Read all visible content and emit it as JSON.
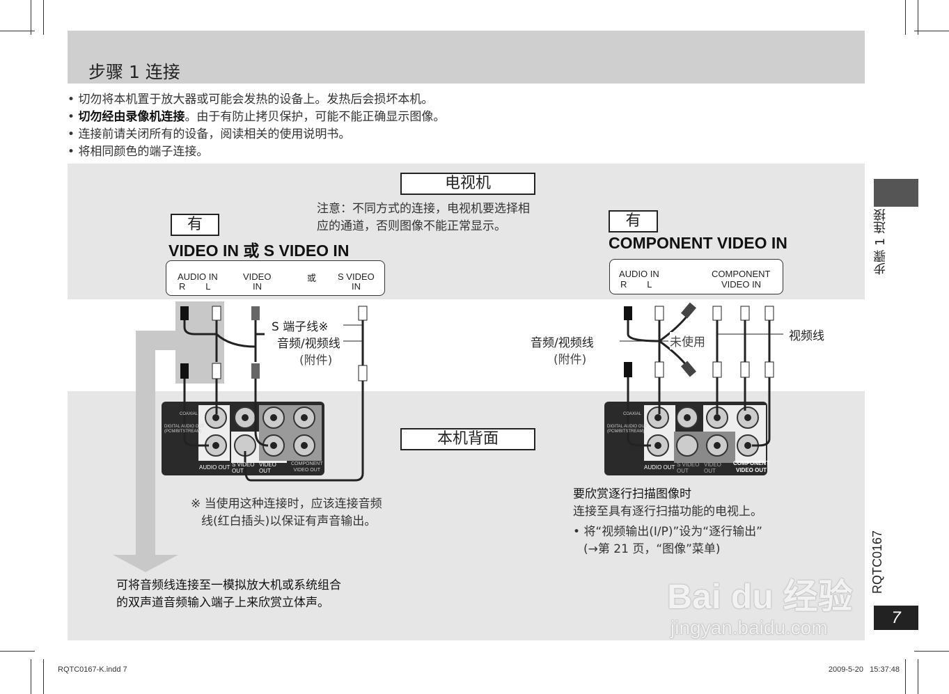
{
  "header": {
    "title": "步骤 1 连接"
  },
  "bullets": [
    {
      "bold": "",
      "text": "切勿将本机置于放大器或可能会发热的设备上。发热后会损坏本机。"
    },
    {
      "bold": "切勿经由录像机连接",
      "text": "。由于有防止拷贝保护，可能不能正确显示图像。"
    },
    {
      "bold": "",
      "text": "连接前请关闭所有的设备，阅读相关的使用说明书。"
    },
    {
      "bold": "",
      "text": "将相同颜色的端子连接。"
    }
  ],
  "diagram": {
    "tv_label": "电视机",
    "unit_rear_label": "本机背面",
    "note_line1": "注意：不同方式的连接，电视机要选择相",
    "note_line2": "应的通道，否则图像不能正常显示。",
    "left": {
      "have": "有",
      "heading": "VIDEO IN 或 S VIDEO IN",
      "audio_in": "AUDIO IN",
      "rl": "R        L",
      "video_in": "VIDEO",
      "video_in2": "IN",
      "or": "或",
      "svideo": "S VIDEO",
      "svideo2": "IN",
      "s_cable": "S 端子线※",
      "av_cable": "音频/视频线",
      "supplied": "(附件)",
      "footnote1": "※ 当使用这种连接时，应该连接音频",
      "footnote2": "线(红白插头)以保证有声音输出。"
    },
    "right": {
      "have": "有",
      "heading": "COMPONENT VIDEO IN",
      "audio_in": "AUDIO IN",
      "rl": "R        L",
      "component": "COMPONENT",
      "component2": "VIDEO IN",
      "av_cable": "音频/视频线",
      "supplied": "(附件)",
      "unused": "未使用",
      "video_cable": "视频线",
      "progressive_title": "要欣赏逐行扫描图像时",
      "progressive_line": "连接至具有逐行扫描功能的电视上。",
      "progressive_bullet1": "将“视频输出(I/P)”设为“逐行输出”",
      "progressive_bullet2": "(→第 21 页，“图像”菜单)"
    },
    "rear_panel_labels": {
      "coaxial": "COAXIAL",
      "digital_out": "DIGITAL AUDIO OUT",
      "digital_out2": "(PCM/BITSTREAM)",
      "audio_out": "AUDIO OUT",
      "svideo_out": "S VIDEO OUT",
      "video_out": "VIDEO OUT",
      "component_out": "COMPONENT",
      "component_out2": "VIDEO OUT"
    },
    "amp_note1": "可将音频线连接至一模拟放大机或系统组合",
    "amp_note2": "的双声道音频输入端子上来欣赏立体声。"
  },
  "side": {
    "section": "步骤 1 连接",
    "doc_code": "RQTC0167",
    "page_number": "7"
  },
  "footer": {
    "file": "RQTC0167-K.indd   7",
    "timestamp": "2009-5-20   15:37:48"
  },
  "watermark": {
    "logo": "Bai du 经验",
    "url": "jingyan.baidu.com"
  },
  "colors": {
    "header_band": "#cfcfcf",
    "panel": "#e6e6e6",
    "side_tab": "#555555",
    "page_box": "#222222"
  }
}
